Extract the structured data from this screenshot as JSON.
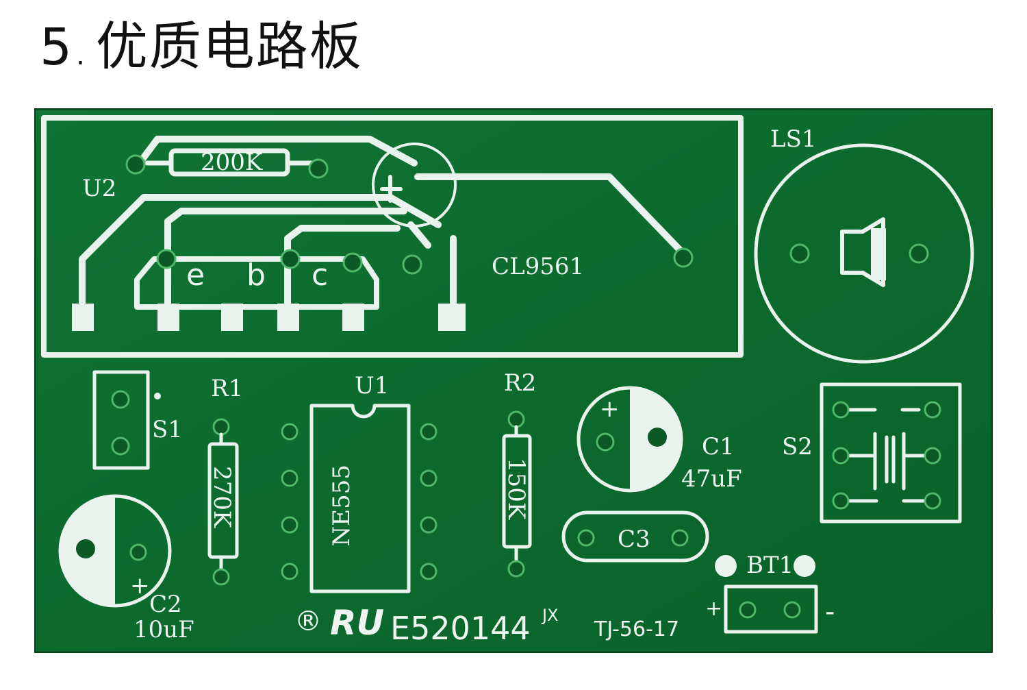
{
  "heading": {
    "number": "5",
    "dot": ".",
    "text": "优质电路板"
  },
  "labels": {
    "u2": "U2",
    "r200k": "200K",
    "e": "e",
    "b": "b",
    "c": "c",
    "cl9561": "CL9561",
    "ls1": "LS1",
    "s1": "S1",
    "r1": "R1",
    "u1": "U1",
    "r2": "R2",
    "r270k": "270K",
    "ne555": "NE555",
    "r150k": "150K",
    "c1": "C1",
    "c1_value": "47uF",
    "c1_plus": "+",
    "s2": "S2",
    "c3": "C3",
    "c2": "C2",
    "c2_value": "10uF",
    "c2_plus": "+",
    "bt1": "BT1",
    "bt_plus": "+",
    "bt_minus": "-",
    "registered": "®",
    "ul": "RU",
    "cert": "E520144",
    "jx": "JX",
    "model": "TJ-56-17"
  },
  "colors": {
    "board": "#0d6b2e",
    "board_edge": "#0a5a26",
    "silkscreen": "#e9f2ec"
  }
}
